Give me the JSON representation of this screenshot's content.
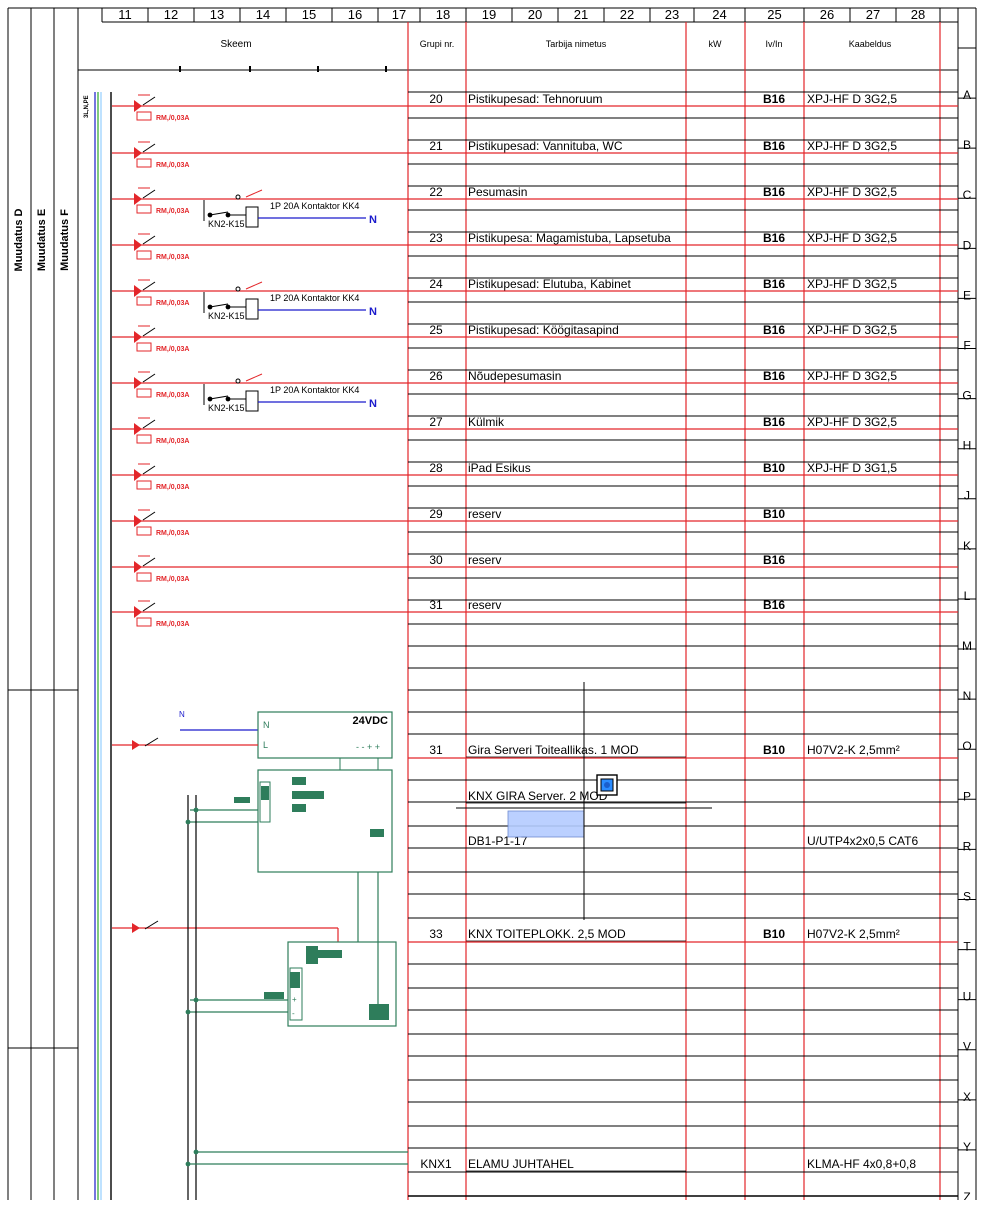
{
  "columns": [
    "11",
    "12",
    "13",
    "14",
    "15",
    "16",
    "17",
    "18",
    "19",
    "20",
    "21",
    "22",
    "23",
    "24",
    "25",
    "26",
    "27",
    "28"
  ],
  "headers": {
    "skeem": "Skeem",
    "grupi": "Grupi nr.",
    "tarbija": "Tarbija nimetus",
    "kw": "kW",
    "iv": "Iv/In",
    "kaabeldus": "Kaabeldus"
  },
  "side_labels": [
    "Muudatus D",
    "Muudatus E",
    "Muudatus F"
  ],
  "row_letters": [
    "A",
    "B",
    "C",
    "D",
    "E",
    "F",
    "G",
    "H",
    "J",
    "K",
    "L",
    "M",
    "N",
    "O",
    "P",
    "R",
    "S",
    "T",
    "U",
    "V",
    "X",
    "Y",
    "Z"
  ],
  "bus_label": "3L,N,PE",
  "rcbo_label": "RM,/0,03A",
  "contactor": {
    "label": "1P 20A Kontaktor KK4",
    "ref": "KN2-K15",
    "n": "N"
  },
  "psu": {
    "n": "N",
    "l": "L",
    "title": "24VDC",
    "terminals": "- - + +",
    "feed_n": "N"
  },
  "rows": [
    {
      "group": "20",
      "consumer": "Pistikupesad:  Tehnoruum",
      "kw": "",
      "iv": "B16",
      "cable": "XPJ-HF D 3G2,5"
    },
    {
      "group": "21",
      "consumer": "Pistikupesad:  Vannituba, WC",
      "kw": "",
      "iv": "B16",
      "cable": "XPJ-HF D 3G2,5"
    },
    {
      "group": "22",
      "consumer": "Pesumasin",
      "kw": "",
      "iv": "B16",
      "cable": "XPJ-HF D 3G2,5"
    },
    {
      "group": "23",
      "consumer": "Pistikupesa:  Magamistuba, Lapsetuba",
      "kw": "",
      "iv": "B16",
      "cable": "XPJ-HF D 3G2,5"
    },
    {
      "group": "24",
      "consumer": "Pistikupesad:  Elutuba, Kabinet",
      "kw": "",
      "iv": "B16",
      "cable": "XPJ-HF D 3G2,5"
    },
    {
      "group": "25",
      "consumer": "Pistikupesad:  Köögitasapind",
      "kw": "",
      "iv": "B16",
      "cable": "XPJ-HF D 3G2,5"
    },
    {
      "group": "26",
      "consumer": "Nõudepesumasin",
      "kw": "",
      "iv": "B16",
      "cable": "XPJ-HF D 3G2,5"
    },
    {
      "group": "27",
      "consumer": "Külmik",
      "kw": "",
      "iv": "B16",
      "cable": "XPJ-HF D 3G2,5"
    },
    {
      "group": "28",
      "consumer": "iPad Esikus",
      "kw": "",
      "iv": "B10",
      "cable": "XPJ-HF D 3G1,5"
    },
    {
      "group": "29",
      "consumer": "reserv",
      "kw": "",
      "iv": "B10",
      "cable": ""
    },
    {
      "group": "30",
      "consumer": "reserv",
      "kw": "",
      "iv": "B16",
      "cable": ""
    },
    {
      "group": "31",
      "consumer": "reserv",
      "kw": "",
      "iv": "B16",
      "cable": ""
    }
  ],
  "lower_rows": {
    "gira_supply": {
      "group": "31",
      "consumer": "Gira Serveri Toiteallikas. 1 MOD",
      "iv": "B10",
      "cable": "H07V2-K 2,5mm²"
    },
    "knx_server": {
      "consumer": "KNX GIRA Server. 2 MOD"
    },
    "db1": {
      "consumer": "DB1-P1-17",
      "cable": "U/UTP4x2x0,5 CAT6"
    },
    "knx_psu": {
      "group": "33",
      "consumer": "KNX TOITEPLOKK. 2,5 MOD",
      "iv": "B10",
      "cable": "H07V2-K 2,5mm²"
    },
    "knx1": {
      "group": "KNX1",
      "consumer": "ELAMU JUHTAHEL",
      "cable": "KLMA-HF 4x0,8+0,8"
    }
  },
  "colors": {
    "red": "#e3262a",
    "blue": "#1a1acc",
    "green": "#2e7d5b",
    "black": "#000000",
    "cyan_grid": "#a8c4ff"
  }
}
